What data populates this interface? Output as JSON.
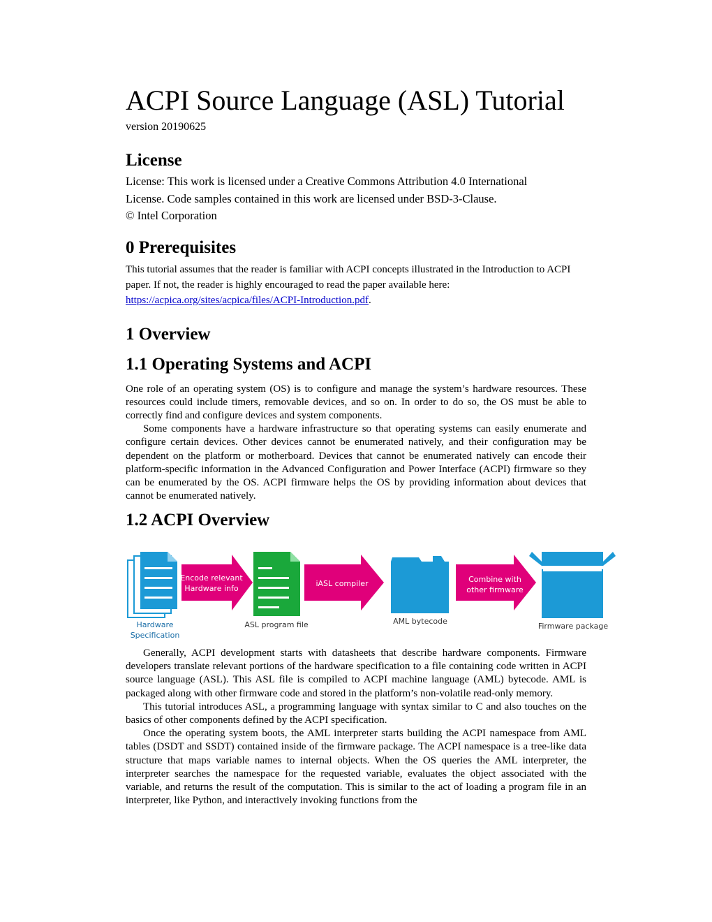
{
  "title": "ACPI Source Language (ASL) Tutorial",
  "version": "version 20190625",
  "license": {
    "heading": "License",
    "line1": "License: This work is licensed under a Creative Commons Attribution 4.0 International",
    "line2": "License.  Code samples contained in this work are licensed under BSD-3-Clause.",
    "line3": "© Intel Corporation"
  },
  "prereq": {
    "heading": "0 Prerequisites",
    "text": "This tutorial assumes that the reader is familiar with ACPI concepts illustrated in the Introduction to ACPI paper. If not, the reader is highly encouraged to read the paper available here: ",
    "link": "https://acpica.org/sites/acpica/files/ACPI-Introduction.pdf",
    "after_link": "."
  },
  "overview": {
    "heading": "1  Overview"
  },
  "os_acpi": {
    "heading": "1.1  Operating Systems and ACPI",
    "p1": "One role of an operating system (OS) is to configure and manage the system’s hardware resources. These resources could include timers, removable devices, and so on. In order to do so, the OS must be able to correctly find and configure devices and system components.",
    "p2": "Some components have a hardware infrastructure so that operating systems can easily enumerate and configure certain devices. Other devices cannot be enumerated natively, and their configuration may be dependent on the platform or motherboard. Devices that cannot be enumerated natively can encode their platform-specific information in the Advanced Configuration and Power Interface (ACPI) firmware so they can be enumerated by the OS. ACPI firmware helps the OS by providing information about devices that cannot be enumerated natively."
  },
  "acpi_overview": {
    "heading": "1.2  ACPI Overview",
    "diagram": {
      "hw_spec_line1": "Hardware",
      "hw_spec_line2": "Specification",
      "arrow1_line1": "Encode relevant",
      "arrow1_line2": "Hardware info",
      "asl_file": "ASL program file",
      "arrow2": "iASL compiler",
      "aml_bytecode": "AML bytecode",
      "arrow3_line1": "Combine with",
      "arrow3_line2": "other firmware",
      "firmware_package": "Firmware package",
      "colors": {
        "blue": "#1c9ad6",
        "green": "#1aa83b",
        "magenta": "#e0007a"
      }
    },
    "p1": "Generally, ACPI development starts with datasheets that describe hardware components. Firmware developers translate relevant portions of the hardware specification to a file containing code written in ACPI source language (ASL). This ASL file is compiled to ACPI machine language (AML) bytecode. AML is packaged along with other firmware code and stored in the platform’s non-volatile read-only memory.",
    "p2": "This tutorial introduces ASL, a programming language with syntax similar to C and also touches on the basics of other components defined by the ACPI specification.",
    "p3": "Once the operating system boots, the AML interpreter starts building the ACPI namespace from AML tables (DSDT and SSDT) contained inside of the firmware package. The ACPI namespace is a tree-like data structure that maps variable names to internal objects. When the OS queries the AML interpreter, the interpreter searches the namespace for the requested variable, evaluates the object associated with the variable, and returns the result of the computation. This is similar to the act of loading a program file in an interpreter, like Python, and interactively invoking functions from the"
  }
}
